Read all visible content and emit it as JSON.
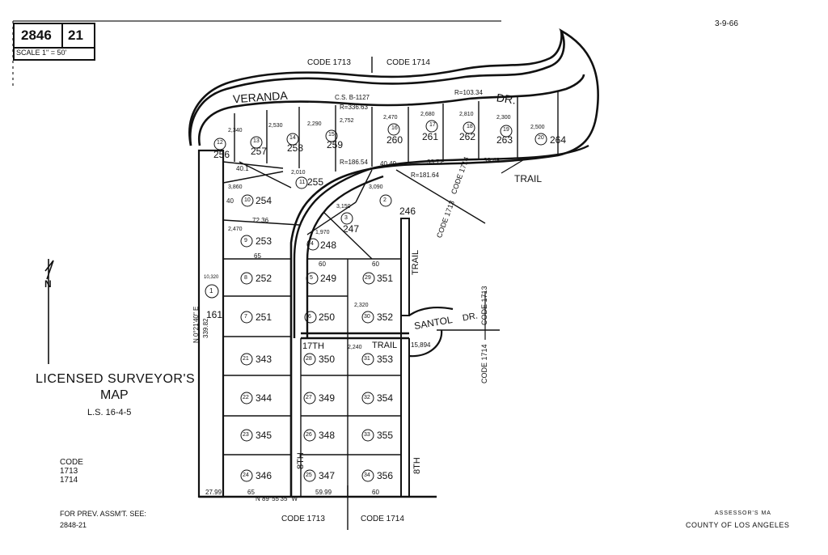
{
  "header": {
    "book": "2846",
    "page": "21",
    "scale": "SCALE 1\" = 50'",
    "date": "3-9-66"
  },
  "title": {
    "line1": "LICENSED SURVEYOR'S",
    "line2": "MAP",
    "line3": "L.S. 16-4-5"
  },
  "codes": {
    "top": [
      "CODE 1713",
      "CODE 1714"
    ],
    "bottom": [
      "CODE 1713",
      "CODE 1714"
    ],
    "left_title": "CODE",
    "left_list": [
      "1713",
      "1714"
    ],
    "diag_a": "CODE 1714",
    "diag_b": "CODE 1713",
    "right_a": "CODE 1713",
    "right_b": "CODE 1714"
  },
  "streets": {
    "veranda": "VERANDA",
    "dr": "DR.",
    "trail": "TRAIL",
    "trail_vert": "TRAIL",
    "santol": "SANTOL",
    "santol_dr": "DR.",
    "seventeenth": "17TH",
    "seventeenth_trail": "TRAIL",
    "eighth_left": "8TH",
    "eighth_right": "8TH"
  },
  "lots_top": [
    {
      "parcel": "256",
      "lot": "12",
      "area": "2,340"
    },
    {
      "parcel": "257",
      "lot": "13",
      "area": "2,530"
    },
    {
      "parcel": "258",
      "lot": "14",
      "area": "2,290"
    },
    {
      "parcel": "259",
      "lot": "15",
      "area": "2,752"
    },
    {
      "parcel": "260",
      "lot": "16",
      "area": "2,470"
    },
    {
      "parcel": "261",
      "lot": "17",
      "area": "2,680"
    },
    {
      "parcel": "262",
      "lot": "18",
      "area": "2,810"
    },
    {
      "parcel": "263",
      "lot": "19",
      "area": "2,300"
    },
    {
      "parcel": "264",
      "lot": "20",
      "area": "2,500"
    }
  ],
  "lots_left": [
    {
      "parcel": "255",
      "lot": "11",
      "area": "2,010"
    },
    {
      "parcel": "254",
      "lot": "10",
      "area": "3,860"
    },
    {
      "parcel": "253",
      "lot": "9",
      "area": "2,470"
    },
    {
      "parcel": "252",
      "lot": "8",
      "area": ""
    },
    {
      "parcel": "251",
      "lot": "7",
      "area": ""
    },
    {
      "parcel": "343",
      "lot": "21",
      "area": ""
    },
    {
      "parcel": "344",
      "lot": "22",
      "area": ""
    },
    {
      "parcel": "345",
      "lot": "23",
      "area": ""
    },
    {
      "parcel": "346",
      "lot": "24",
      "area": ""
    },
    {
      "parcel": "161",
      "lot": "1",
      "area": "10,320"
    }
  ],
  "lots_middle": [
    {
      "parcel": "246",
      "lot": "2",
      "area": "3,090"
    },
    {
      "parcel": "247",
      "lot": "3",
      "area": "3,150"
    },
    {
      "parcel": "248",
      "lot": "4",
      "area": "1,970"
    },
    {
      "parcel": "249",
      "lot": "5",
      "area": ""
    },
    {
      "parcel": "250",
      "lot": "6",
      "area": ""
    },
    {
      "parcel": "350",
      "lot": "28",
      "area": ""
    },
    {
      "parcel": "349",
      "lot": "27",
      "area": ""
    },
    {
      "parcel": "348",
      "lot": "26",
      "area": ""
    },
    {
      "parcel": "347",
      "lot": "25",
      "area": ""
    }
  ],
  "lots_right": [
    {
      "parcel": "351",
      "lot": "29",
      "area": ""
    },
    {
      "parcel": "352",
      "lot": "30",
      "area": "2,320"
    },
    {
      "parcel": "353",
      "lot": "31",
      "area": "2,240"
    },
    {
      "parcel": "354",
      "lot": "32",
      "area": ""
    },
    {
      "parcel": "355",
      "lot": "33",
      "area": ""
    },
    {
      "parcel": "356",
      "lot": "34",
      "area": ""
    }
  ],
  "annotations": {
    "cs": "C.S. B-1127",
    "r_veranda": "R=336.63",
    "r_top": "R=103.34",
    "r_trail": "R=181.64",
    "r_inner": "R=186.54",
    "bearing_bottom": "N 89°55'35\" W",
    "bearing_left": "N 0°21'40\" E",
    "dist_left": "339.82",
    "santol_r": "15,894",
    "dim_40": "40",
    "dim_60": "60",
    "dim_65": "65",
    "dim_4049": "40.49",
    "dim_3372": "33.72",
    "dim_3948": "39.48",
    "dim_401": "40.1",
    "dim_7236": "72.36",
    "dim_5999": "59.99",
    "dim_2799": "27.99"
  },
  "north": "N",
  "footer": {
    "prev_label": "FOR PREV. ASSM'T. SEE:",
    "prev_value": "2848-21",
    "assessor": "ASSESSOR'S MA",
    "county": "COUNTY OF LOS ANGELES"
  }
}
